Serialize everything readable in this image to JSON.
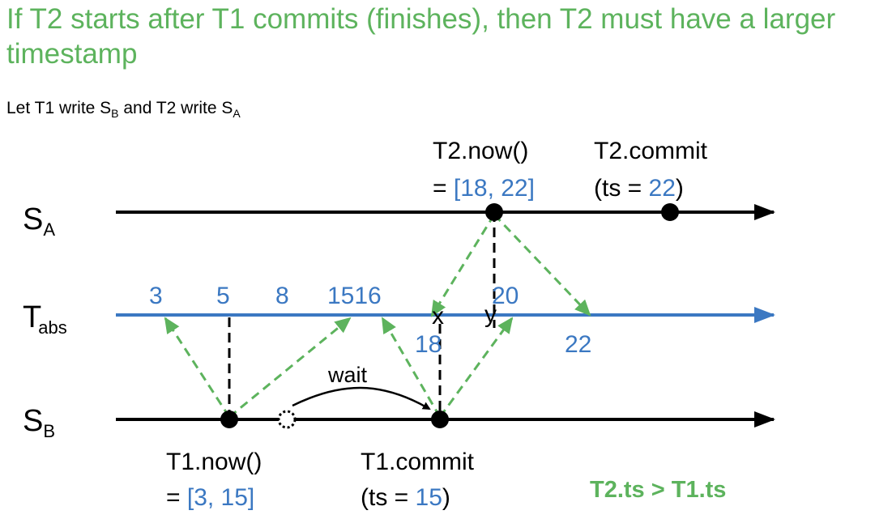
{
  "title": "If T2 starts after T1 commits (finishes), then T2 must have a larger timestamp",
  "subtitle": {
    "pre": "Let T1 write S",
    "sub1": "B",
    "mid": " and T2 write S",
    "sub2": "A"
  },
  "lanes": {
    "sa": {
      "main": "S",
      "sub": "A"
    },
    "tabs": {
      "main": "T",
      "sub": "abs"
    },
    "sb": {
      "main": "S",
      "sub": "B"
    }
  },
  "tabs_ticks": {
    "t3": "3",
    "t5": "5",
    "t8": "8",
    "t1516": "1516",
    "t20": "20",
    "t18": "18",
    "t22": "22",
    "x": "x",
    "y": "y"
  },
  "t2_now": {
    "label": "T2.now()",
    "eq": "= ",
    "interval": "[18, 22]"
  },
  "t2_commit": {
    "label": "T2.commit",
    "pre": "(ts = ",
    "ts": "22",
    "post": ")"
  },
  "t1_now": {
    "label": "T1.now()",
    "eq": "= ",
    "interval": "[3, 15]"
  },
  "t1_commit": {
    "label": "T1.commit",
    "pre": "(ts = ",
    "ts": "15",
    "post": ")"
  },
  "wait_label": "wait",
  "conclusion": "T2.ts > T1.ts",
  "colors": {
    "green": "#5db35d",
    "blue": "#3b78c2",
    "black": "#000000"
  }
}
